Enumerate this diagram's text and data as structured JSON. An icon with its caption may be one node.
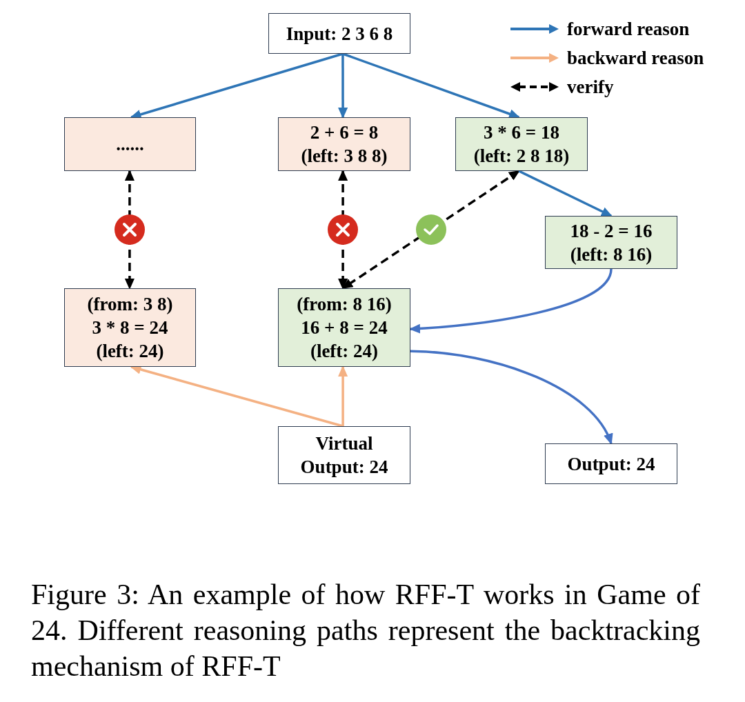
{
  "diagram": {
    "caption": "Figure 3: An example of how RFF-T works in Game of 24. Different reasoning paths represent the backtracking mechanism of RFF-T",
    "nodes": [
      {
        "text": [
          "Input: 2 3 6 8"
        ]
      },
      {
        "text": [
          "......"
        ]
      },
      {
        "text": [
          "2 + 6 = 8",
          "(left: 3 8 8)"
        ]
      },
      {
        "text": [
          "3 * 6 = 18",
          "(left: 2 8 18)"
        ]
      },
      {
        "text": [
          "18 - 2 = 16",
          "(left: 8 16)"
        ]
      },
      {
        "text": [
          "(from: 3 8)",
          "3 * 8 = 24",
          "(left: 24)"
        ]
      },
      {
        "text": [
          "(from: 8 16)",
          "16 + 8 = 24",
          "(left: 24)"
        ]
      },
      {
        "text": [
          "Virtual Output: 24"
        ]
      },
      {
        "text": [
          "Output: 24"
        ]
      }
    ],
    "edges": [
      {
        "from": 0,
        "to": 1,
        "arrow": "to"
      },
      {
        "from": 0,
        "to": 2,
        "arrow": "to"
      },
      {
        "from": 0,
        "to": 3,
        "arrow": "to"
      },
      {
        "from": 1,
        "to": 5,
        "arrow": "both",
        "style": "dashed",
        "color": "#000000"
      },
      {
        "from": 2,
        "to": 6,
        "arrow": "both",
        "style": "dashed",
        "color": "#000000"
      },
      {
        "from": 3,
        "to": 6,
        "arrow": "both",
        "style": "dashed",
        "color": "#000000"
      },
      {
        "from": 3,
        "to": 4,
        "arrow": "to"
      },
      {
        "from": 4,
        "to": 6,
        "arrow": "to",
        "color": "#4472c4"
      },
      {
        "from": 6,
        "to": 8,
        "arrow": "to",
        "color": "#4472c4"
      },
      {
        "from": 7,
        "to": 5,
        "arrow": "to",
        "color": "#f4b183"
      },
      {
        "from": 7,
        "to": 6,
        "arrow": "to",
        "color": "#f4b183"
      }
    ],
    "legend": [
      {
        "text": "forward reason"
      },
      {
        "text": "backward reason"
      },
      {
        "text": "verify"
      }
    ]
  }
}
